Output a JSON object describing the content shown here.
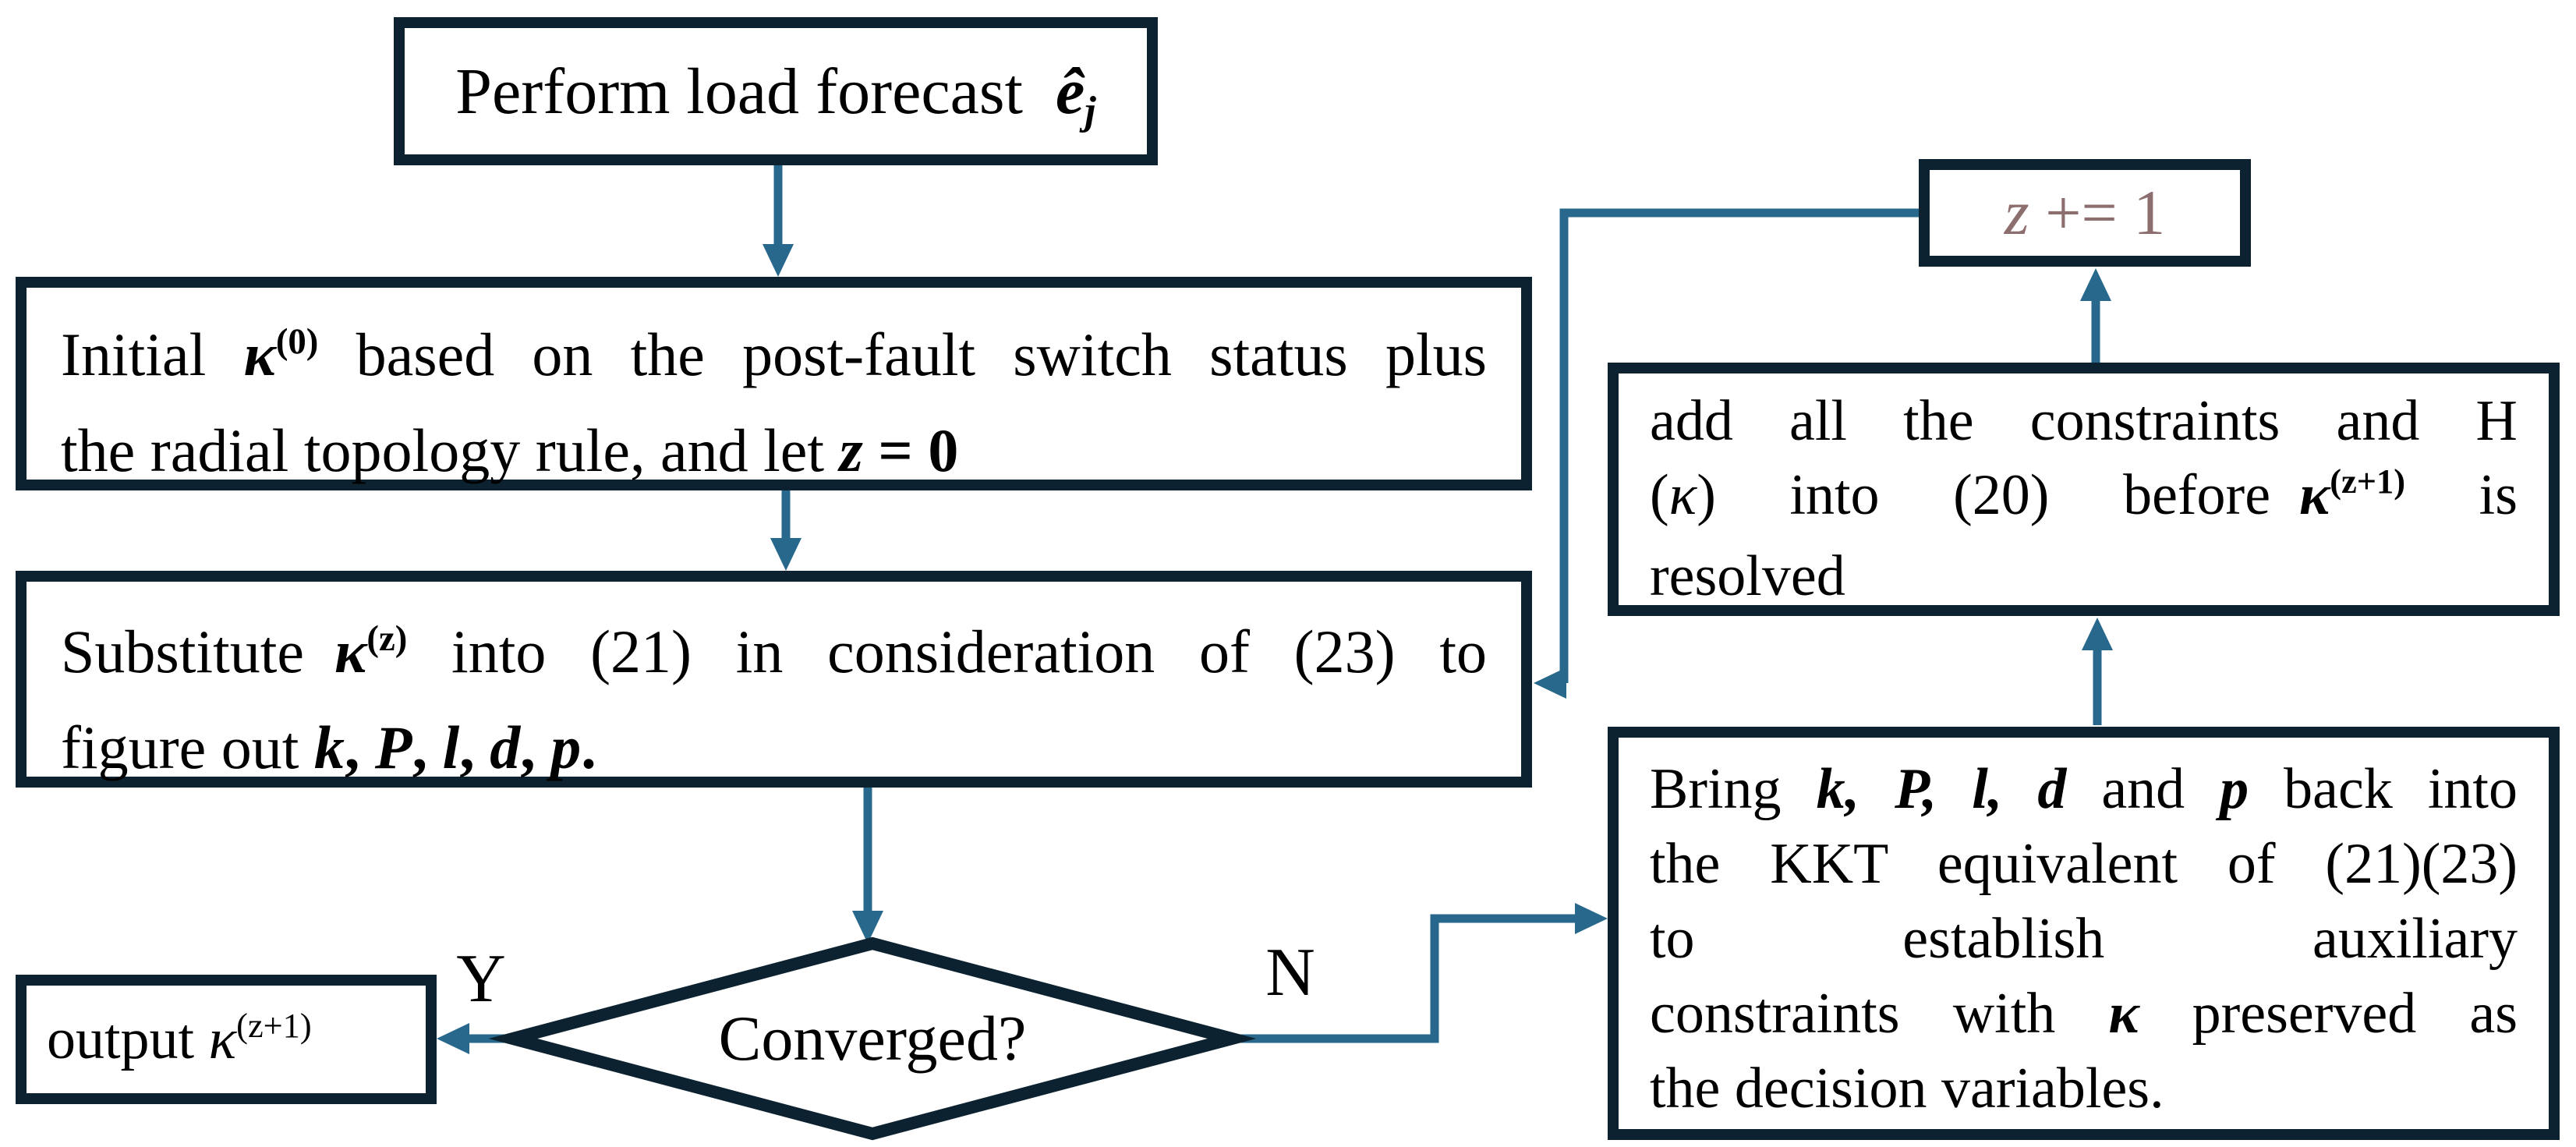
{
  "diagram_title": "iterative convergence flowchart",
  "colors": {
    "box_border": "#0C2230",
    "connector": "#27688C",
    "increment_text": "#8C6E6E",
    "text": "#000000",
    "background": "#FFFFFF"
  },
  "nodes": {
    "forecast": {
      "lines": [
        [
          {
            "t": "Perform load forecast "
          },
          {
            "t": "ê",
            "s": "bi"
          },
          {
            "t": "j",
            "s": "subbi"
          }
        ]
      ]
    },
    "init": {
      "lines": [
        [
          {
            "t": "Initial "
          },
          {
            "t": "κ",
            "s": "bi"
          },
          {
            "t": "(0)",
            "s": "supb"
          },
          {
            "t": " based on the post-fault switch status plus"
          }
        ],
        [
          {
            "t": "the radial topology rule, and let "
          },
          {
            "t": "z",
            "s": "bi"
          },
          {
            "t": " = 0",
            "s": "b"
          }
        ]
      ]
    },
    "substitute": {
      "lines": [
        [
          {
            "t": "Substitute "
          },
          {
            "t": "κ",
            "s": "bi"
          },
          {
            "t": "(z)",
            "s": "supb"
          },
          {
            "t": " into (21) in consideration of (23) to"
          }
        ],
        [
          {
            "t": "figure out "
          },
          {
            "t": "k",
            "s": "bi"
          },
          {
            "t": ", ",
            "s": "b"
          },
          {
            "t": "P",
            "s": "bi"
          },
          {
            "t": ", ",
            "s": "b"
          },
          {
            "t": "l",
            "s": "bi"
          },
          {
            "t": ", ",
            "s": "b"
          },
          {
            "t": "d",
            "s": "bi"
          },
          {
            "t": ", ",
            "s": "b"
          },
          {
            "t": "p",
            "s": "bi"
          },
          {
            "t": ".",
            "s": "b"
          }
        ]
      ]
    },
    "decision": {
      "label": "Converged?"
    },
    "output": {
      "lines": [
        [
          {
            "t": "output "
          },
          {
            "t": "κ",
            "s": "i"
          },
          {
            "t": "(z+1)",
            "s": "sup"
          }
        ]
      ]
    },
    "bring": {
      "lines": [
        [
          {
            "t": "Bring "
          },
          {
            "t": "k, P, l, d",
            "s": "bi"
          },
          {
            "t": " and "
          },
          {
            "t": "p",
            "s": "bi"
          },
          {
            "t": " back into"
          }
        ],
        [
          {
            "t": "the KKT equivalent of (21)(23)"
          }
        ],
        [
          {
            "t": "to establish auxiliary"
          }
        ],
        [
          {
            "t": "constraints with "
          },
          {
            "t": "κ",
            "s": "bi"
          },
          {
            "t": " preserved as"
          }
        ],
        [
          {
            "t": "the decision variables."
          }
        ]
      ]
    },
    "add": {
      "lines": [
        [
          {
            "t": "add all the constraints and H"
          }
        ],
        [
          {
            "t": "("
          },
          {
            "t": "κ",
            "s": "i"
          },
          {
            "t": ") into (20) before "
          },
          {
            "t": "κ",
            "s": "bi"
          },
          {
            "t": "(z+1)",
            "s": "supb"
          },
          {
            "t": " is"
          }
        ],
        [
          {
            "t": "resolved"
          }
        ]
      ]
    },
    "increment": {
      "lines": [
        [
          {
            "t": "z",
            "s": "i"
          },
          {
            "t": " += 1"
          }
        ]
      ]
    }
  },
  "labels": {
    "yes": "Y",
    "no": "N"
  }
}
